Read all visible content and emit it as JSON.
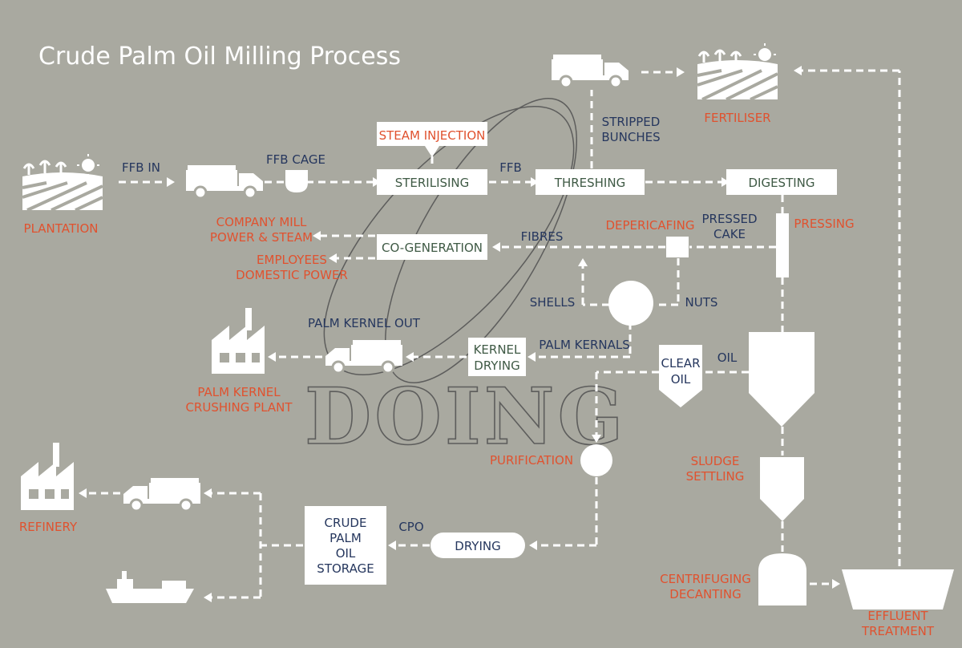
{
  "title": "Crude Palm Oil Milling Process",
  "watermark": "DOING",
  "colors": {
    "background": "#a9a9a0",
    "white": "#ffffff",
    "blue_label": "#26375e",
    "red_label": "#e0522f",
    "green_label": "#3f5a45"
  },
  "boxes": {
    "steam_injection": "STEAM INJECTION",
    "sterilising": "STERILISING",
    "threshing": "THRESHING",
    "digesting": "DIGESTING",
    "co_generation": "CO-GENERATION",
    "kernel_drying": [
      "KERNEL",
      "DRYING"
    ],
    "clear_oil": [
      "CLEAR",
      "OIL"
    ],
    "crude_palm_oil_storage": [
      "CRUDE",
      "PALM",
      "OIL",
      "STORAGE"
    ],
    "drying": "DRYING"
  },
  "flow_labels": {
    "ffb_in": "FFB IN",
    "ffb_cage": "FFB CAGE",
    "ffb": "FFB",
    "stripped_bunches": [
      "STRIPPED",
      "BUNCHES"
    ],
    "pressed_cake": [
      "PRESSED",
      "CAKE"
    ],
    "fibres": "FIBRES",
    "shells": "SHELLS",
    "nuts": "NUTS",
    "palm_kernel_out": "PALM KERNEL OUT",
    "palm_kernals": "PALM KERNALS",
    "oil": "OIL",
    "cpo": "CPO"
  },
  "stage_labels": {
    "plantation": "PLANTATION",
    "fertiliser": "FERTILISER",
    "company_mill": [
      "COMPANY MILL",
      "POWER & STEAM"
    ],
    "employees": [
      "EMPLOYEES",
      "DOMESTIC POWER"
    ],
    "depericafing": "DEPERICAFING",
    "pressing": "PRESSING",
    "palm_kernel_crushing_plant": [
      "PALM KERNEL",
      "CRUSHING PLANT"
    ],
    "purification": "PURIFICATION",
    "sludge_settling": [
      "SLUDGE",
      "SETTLING"
    ],
    "centrifuging_decanting": [
      "CENTRIFUGING",
      "DECANTING"
    ],
    "refinery": "REFINERY",
    "effluent_treatment": [
      "EFFLUENT",
      "TREATMENT"
    ]
  },
  "icons": [
    "plantation-icon",
    "truck-icon",
    "factory-icon",
    "ship-icon",
    "fertiliser-field-icon",
    "ffb-cage-icon",
    "depericarper-icon",
    "nut-cracker-icon",
    "purifier-icon",
    "clarifier-tank-icon",
    "settling-tank-icon",
    "centrifuge-icon",
    "effluent-pond-icon"
  ]
}
